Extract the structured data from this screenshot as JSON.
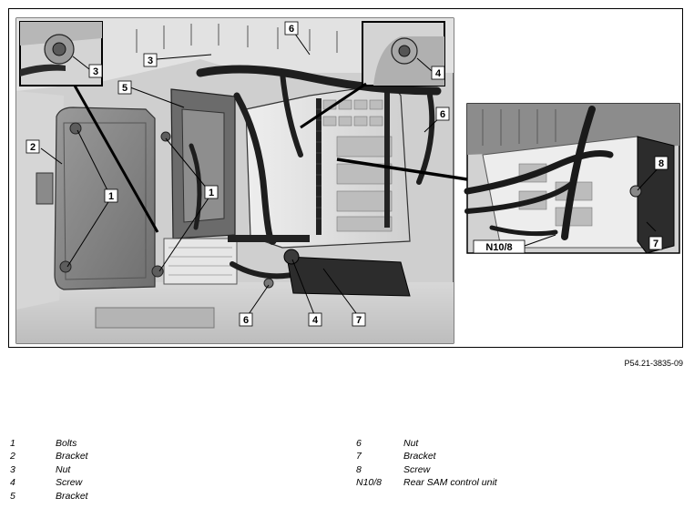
{
  "figure": {
    "code": "P54.21-3835-09",
    "callouts": {
      "c1a": "1",
      "c1b": "1",
      "c2": "2",
      "c3_main": "3",
      "c3_inset": "3",
      "c4_main": "4",
      "c4_inset": "4",
      "c5": "5",
      "c6_top": "6",
      "c6_right": "6",
      "c6_bottom": "6",
      "c7_main": "7",
      "c7_detail": "7",
      "c8": "8",
      "n108": "N10/8"
    }
  },
  "legend": {
    "left": [
      {
        "key": "1",
        "desc": "Bolts"
      },
      {
        "key": "2",
        "desc": "Bracket"
      },
      {
        "key": "3",
        "desc": "Nut"
      },
      {
        "key": "4",
        "desc": "Screw"
      },
      {
        "key": "5",
        "desc": "Bracket"
      }
    ],
    "right": [
      {
        "key": "6",
        "desc": "Nut"
      },
      {
        "key": "7",
        "desc": "Bracket"
      },
      {
        "key": "8",
        "desc": "Screw"
      },
      {
        "key": "N10/8",
        "desc": "Rear SAM control unit"
      }
    ]
  }
}
